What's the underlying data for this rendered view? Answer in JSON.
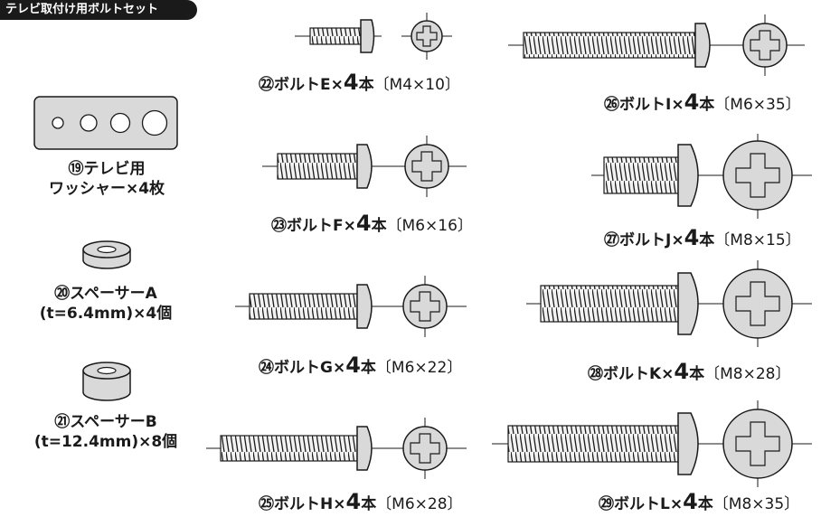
{
  "header": {
    "title": "テレビ取付け用ボルトセット"
  },
  "parts": {
    "p19": {
      "line1": "⑲テレビ用",
      "line2": "ワッシャー×4枚"
    },
    "p20": {
      "line1": "⑳スペーサーA",
      "line2": "(t=6.4mm)×4個"
    },
    "p21": {
      "line1": "㉑スペーサーB",
      "line2": "(t=12.4mm)×8個"
    }
  },
  "bolts": {
    "e": {
      "name": "㉒ボルトE×",
      "qty": "4",
      "unit": "本",
      "spec": "〔M4×10〕"
    },
    "f": {
      "name": "㉓ボルトF×",
      "qty": "4",
      "unit": "本",
      "spec": "〔M6×16〕"
    },
    "g": {
      "name": "㉔ボルトG×",
      "qty": "4",
      "unit": "本",
      "spec": "〔M6×22〕"
    },
    "h": {
      "name": "㉕ボルトH×",
      "qty": "4",
      "unit": "本",
      "spec": "〔M6×28〕"
    },
    "i": {
      "name": "㉖ボルトI×",
      "qty": "4",
      "unit": "本",
      "spec": "〔M6×35〕"
    },
    "j": {
      "name": "㉗ボルトJ×",
      "qty": "4",
      "unit": "本",
      "spec": "〔M8×15〕"
    },
    "k": {
      "name": "㉘ボルトK×",
      "qty": "4",
      "unit": "本",
      "spec": "〔M8×28〕"
    },
    "l": {
      "name": "㉙ボルトL×",
      "qty": "4",
      "unit": "本",
      "spec": "〔M8×35〕"
    }
  },
  "colors": {
    "part_fill": "#d9d9d9",
    "outline": "#1a1a1a",
    "header_bg": "#1a1a1a"
  }
}
